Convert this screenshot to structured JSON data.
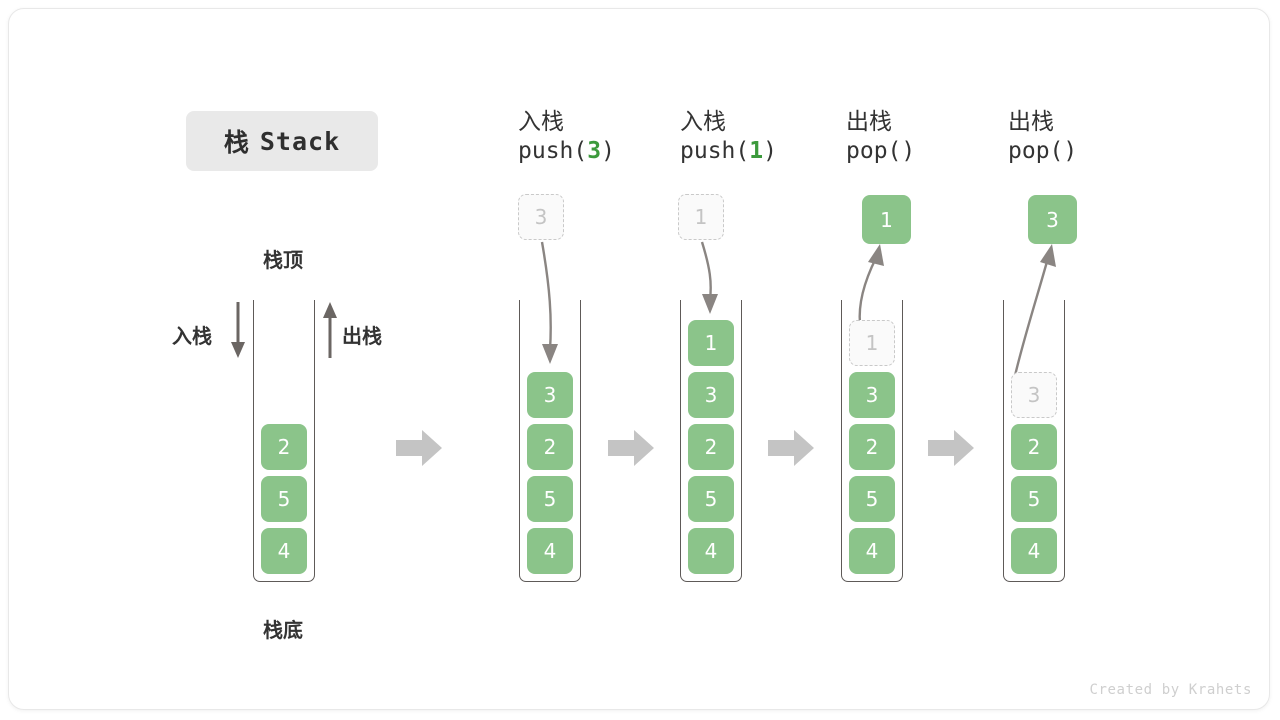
{
  "title": {
    "cn": "栈",
    "en": "Stack"
  },
  "labels": {
    "top": "栈顶",
    "bottom": "栈底",
    "push_dir": "入栈",
    "pop_dir": "出栈"
  },
  "watermark": "Created by Krahets",
  "colors": {
    "cell_green": "#8bc48a",
    "ghost_gray": "#c4c4c4",
    "arrow_gray": "#c4c4c4",
    "accent_green_text": "#3c9a3c",
    "stroke_dark": "#5e5a58",
    "chip_bg": "#e9e9e9"
  },
  "steps": [
    {
      "id": "initial",
      "head_cn": "",
      "head_code": "",
      "head_code_arg": "",
      "stack": [
        "2",
        "5",
        "4"
      ],
      "ghost_in_stack": null,
      "incoming": null,
      "outgoing": null
    },
    {
      "id": "push-3",
      "head_cn": "入栈",
      "head_code_prefix": "push(",
      "head_code_arg": "3",
      "head_code_suffix": ")",
      "stack": [
        "3",
        "2",
        "5",
        "4"
      ],
      "ghost_in_stack": null,
      "incoming": "3",
      "outgoing": null
    },
    {
      "id": "push-1",
      "head_cn": "入栈",
      "head_code_prefix": "push(",
      "head_code_arg": "1",
      "head_code_suffix": ")",
      "stack": [
        "1",
        "3",
        "2",
        "5",
        "4"
      ],
      "ghost_in_stack": null,
      "incoming": "1",
      "outgoing": null
    },
    {
      "id": "pop-1",
      "head_cn": "出栈",
      "head_code_prefix": "pop(",
      "head_code_arg": "",
      "head_code_suffix": ")",
      "stack": [
        "3",
        "2",
        "5",
        "4"
      ],
      "ghost_in_stack": "1",
      "incoming": null,
      "outgoing": "1"
    },
    {
      "id": "pop-3",
      "head_cn": "出栈",
      "head_code_prefix": "pop(",
      "head_code_arg": "",
      "head_code_suffix": ")",
      "stack": [
        "2",
        "5",
        "4"
      ],
      "ghost_in_stack": "3",
      "incoming": null,
      "outgoing": "3"
    }
  ]
}
